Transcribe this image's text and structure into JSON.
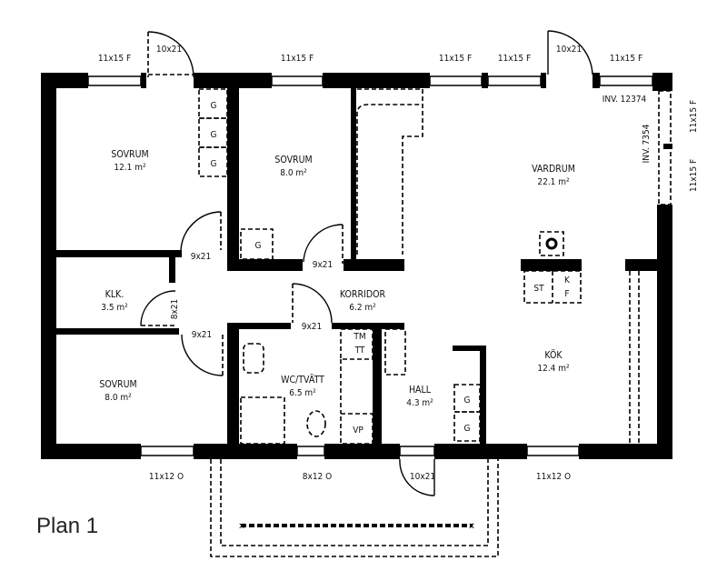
{
  "title": "Plan 1",
  "rooms": {
    "sovrum1": {
      "name": "SOVRUM",
      "area": "12.1 m²"
    },
    "sovrum2": {
      "name": "SOVRUM",
      "area": "8.0 m²"
    },
    "sovrum3": {
      "name": "SOVRUM",
      "area": "8.0 m²"
    },
    "klk": {
      "name": "KLK.",
      "area": "3.5 m²"
    },
    "korridor": {
      "name": "KORRIDOR",
      "area": "6.2 m²"
    },
    "wc": {
      "name": "WC/TVÄTT",
      "area": "6.5 m²"
    },
    "hall": {
      "name": "HALL",
      "area": "4.3 m²"
    },
    "vardrum": {
      "name": "VARDRUM",
      "area": "22.1 m²"
    },
    "kok": {
      "name": "KÖK",
      "area": "12.4 m²"
    }
  },
  "windows": {
    "top1": "11x15 F",
    "top2": "11x15 F",
    "top3": "11x15 F",
    "top4": "11x15 F",
    "top5": "11x15 F",
    "right1": "11x15 F",
    "right2": "11x15 F",
    "bottom1": "11x12 O",
    "bottom2": "8x12 O",
    "bottom3": "11x12 O"
  },
  "doors": {
    "top_left": "10x21",
    "top_right": "10x21",
    "entrance": "10x21",
    "sovrum1": "9x21",
    "sovrum2": "9x21",
    "sovrum3": "9x21",
    "wc": "9x21",
    "klk": "8x21"
  },
  "fixtures": {
    "g": "G",
    "tm": "TM",
    "tt": "TT",
    "vp": "VP",
    "st": "ST",
    "k": "K",
    "f": "F"
  },
  "inventory": {
    "inv1": "INV. 12374",
    "inv2": "INV. 7354"
  }
}
